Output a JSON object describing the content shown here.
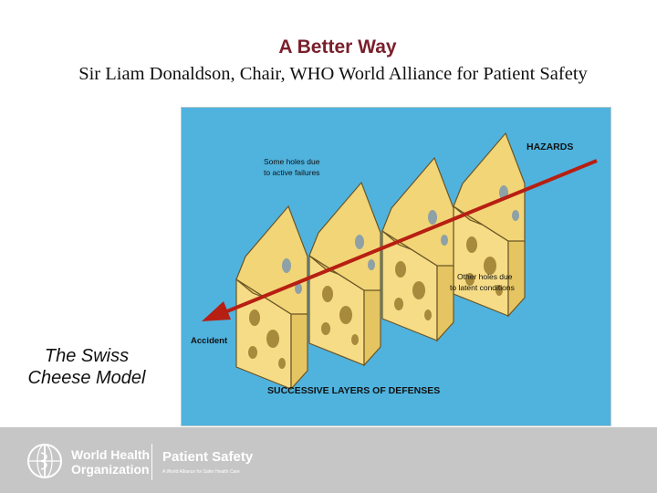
{
  "slide": {
    "title": "A Better Way",
    "subtitle": "Sir Liam Donaldson, Chair, WHO World Alliance for Patient Safety",
    "caption_line1": "The Swiss",
    "caption_line2": "Cheese Model"
  },
  "figure": {
    "hazards_label": "HAZARDS",
    "active_line1": "Some holes due",
    "active_line2": "to active failures",
    "latent_line1": "Other holes due",
    "latent_line2": "to latent conditions",
    "accident_label": "Accident",
    "defenses_label": "SUCCESSIVE LAYERS OF DEFENSES"
  },
  "footer": {
    "org_line1": "World Health",
    "org_line2": "Organization",
    "program": "Patient Safety",
    "tagline": "A World Alliance for Safer Health Care"
  },
  "colors": {
    "title": "#7a1f2b",
    "figure_bg": "#4fb3de",
    "cheese": "#f6dc86",
    "arrow": "#b71f12",
    "footer": "#c6c6c6"
  }
}
